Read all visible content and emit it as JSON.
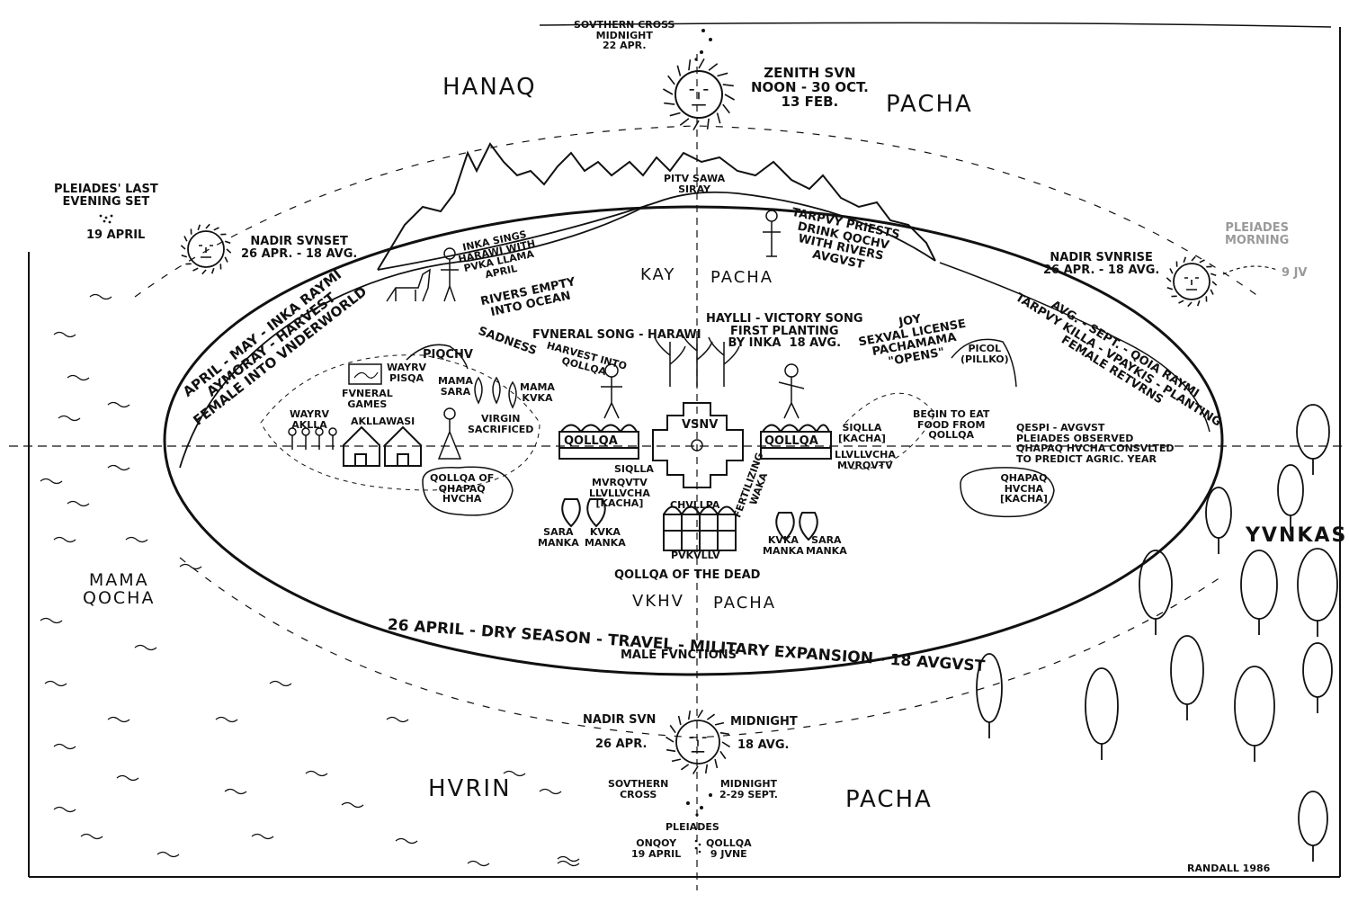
{
  "top": {
    "southern_cross": "SOVTHERN CROSS\nMIDNIGHT\n22 APR.",
    "zenith": "ZENITH SVN\nNOON - 30 OCT.\n13 FEB.",
    "hanaq": "HANAQ",
    "pacha_top": "PACHA"
  },
  "west": {
    "pleiades_last": "PLEIADES' LAST\nEVENING SET",
    "pleiades_date": "19 APRIL",
    "nadir_sunset": "NADIR SVNSET\n26 APR. - 18 AVG.",
    "arc_text": "APRIL - MAY - INKA RAYMI\nAYMORAY - HARVEST\nFEMALE INTO VNDERWORLD"
  },
  "east": {
    "pleiades_morning": "PLEIADES\nMORNING",
    "pleiades_morning_date": "9 JV",
    "nadir_sunrise": "NADIR SVNRISE\n26 APR. - 18 AVG.",
    "arc_text": "AVG. - SEPT. - QOIA RAYMI\nTARPVY KILLA - VPAYKIS - PLANTING\nFEMALE RETVRNS",
    "yunkas": "YVNKAS"
  },
  "mountains": {
    "pitusiray": "PITV SAWA\nSIRAY"
  },
  "inside": {
    "inka_sings": "INKA SINGS\nHARAWI WITH\nPVKA LLAMA\nAPRIL",
    "tarpuy": "TARPVY PRIESTS\nDRINK QOCHV\nWITH RIVERS\nAVGVST",
    "rivers": "RIVERS EMPTY\nINTO OCEAN",
    "kay": "KAY",
    "pacha_kay": "PACHA",
    "funeral_song": "FVNERAL SONG - HARAWI",
    "haylli": "HAYLLI - VICTORY SONG\nFIRST PLANTING\nBY INKA  18 AVG.",
    "joy": "JOY\nSEXVAL LICENSE\nPACHAMAMA\n\"OPENS\"",
    "sadness": "SADNESS",
    "piqchu": "PIQCHV",
    "wayru_pisqa": "WAYRV\nPISQA",
    "funeral_games": "FVNERAL\nGAMES",
    "mama_sara": "MAMA\nSARA",
    "mama_kuka": "MAMA\nKVKA",
    "harvest_qollqa": "HARVEST INTO\nQOLLQA",
    "picol": "PICOL\n(PILLKO)",
    "wayru_aklla": "WAYRV\nAKLLA",
    "akllawasi": "AKLLAWASI",
    "virgin": "VIRGIN\nSACRIFICED",
    "qollqa_left": "QOLLQA",
    "qollqa_right": "QOLLQA",
    "usnu": "VSNV",
    "siqlla_right": "SIQLLA\n[KACHA]",
    "begin_eat": "BEGIN TO EAT\nFOOD FROM\nQOLLQA",
    "qespi": "QESPI - AVGVST\nPLEIADES OBSERVED\nQHAPAQ HVCHA CONSVLTED\nTO PREDICT AGRIC. YEAR",
    "qollqa_of_qhapaq": "QOLLQA OF\nQHAPAQ\nHVCHA",
    "siqlla_left": "SIQLLA",
    "murqutu_left": "MVRQVTV\nLLVLLVCHA\n[KACHA]",
    "murqutu_right": "LLVLLVCHA\nMVRQVTV",
    "fertilizing": "FERTILIZING\nWAKA",
    "qhapaq_hucha": "QHAPAQ\nHVCHA\n[KACHA]",
    "chullpa": "CHVLLPA",
    "pukullu": "PVKVLLV",
    "sara_manka_l": "SARA\nMANKA",
    "kuka_manka_l": "KVKA\nMANKA",
    "kuka_manka_r": "KVKA\nMANKA",
    "sara_manka_r": "SARA\nMANKA",
    "qollqa_dead": "QOLLQA OF THE DEAD",
    "ukhu": "VKHV",
    "pacha_ukhu": "PACHA",
    "bottom_arc": "26 APRIL - DRY SEASON - TRAVEL - MILITARY EXPANSION - 18 AVGVST",
    "male": "MALE FVNCTIONS"
  },
  "sea": {
    "mama_qocha": "MAMA\nQOCHA"
  },
  "bottom": {
    "nadir_sun": "NADIR SVN",
    "nadir_date": "26 APR.",
    "midnight": "MIDNIGHT",
    "midnight_date": "18 AVG.",
    "hurin": "HVRIN",
    "pacha_bottom": "PACHA",
    "southern_cross": "SOVTHERN\nCROSS",
    "southern_cross_date": "MIDNIGHT\n2-29 SEPT.",
    "pleiades": "PLEIADES",
    "ongoy": "ONQOY\n19 APRIL",
    "qollqa_pl": "QOLLQA\n9 JVNE",
    "signature": "RANDALL 1986"
  },
  "colors": {
    "ink": "#111111",
    "paper": "#ffffff"
  }
}
